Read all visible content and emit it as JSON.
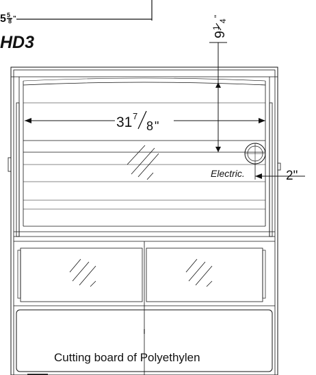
{
  "dimensions": {
    "top_left_whole": "5",
    "top_left_frac_num": "5",
    "top_left_frac_den": "8",
    "top_left_unit": "\"",
    "vertical_whole": "9",
    "vertical_frac_num": "1",
    "vertical_frac_den": "4",
    "vertical_unit": "\"",
    "width_whole": "31",
    "width_frac_num": "7",
    "width_frac_den": "8",
    "width_unit": "\"",
    "outlet": "2\""
  },
  "labels": {
    "model": "HD3",
    "electric": "Electric.",
    "cutting_board": "Cutting board of Polyethylen"
  }
}
